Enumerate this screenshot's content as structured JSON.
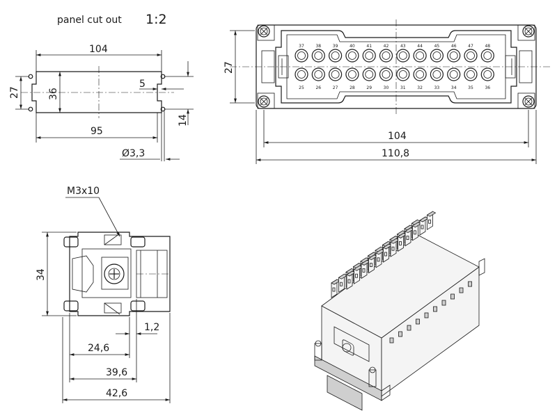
{
  "title": {
    "text": "panel cut out",
    "scale": "1:2"
  },
  "cutout": {
    "width": "104",
    "inner_width": "95",
    "height_outer": "27",
    "height_inner": "36",
    "offset": "5",
    "slot": "14",
    "hole": "Ø3,3"
  },
  "front": {
    "height": "27",
    "inner_width": "104",
    "outer_width": "110,8",
    "top_pins": [
      "37",
      "38",
      "39",
      "40",
      "41",
      "42",
      "43",
      "44",
      "45",
      "46",
      "47",
      "48"
    ],
    "bottom_pins": [
      "25",
      "26",
      "27",
      "28",
      "29",
      "30",
      "31",
      "32",
      "33",
      "34",
      "35",
      "36"
    ]
  },
  "side": {
    "screw": "M3x10",
    "height": "34",
    "gap": "1,2",
    "d1": "24,6",
    "d2": "39,6",
    "d3": "42,6"
  }
}
